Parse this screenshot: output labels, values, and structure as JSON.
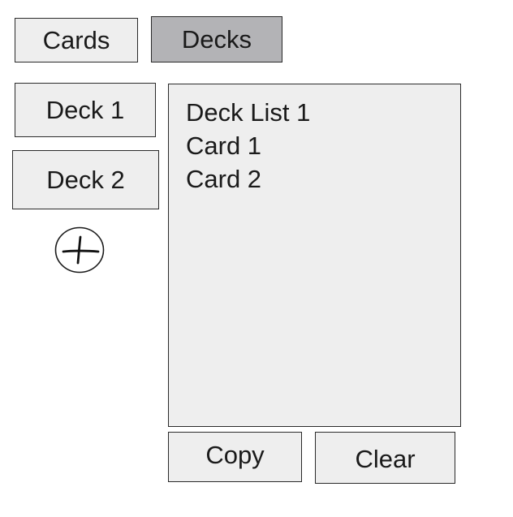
{
  "tabs": {
    "cards_label": "Cards",
    "decks_label": "Decks",
    "active": "Decks"
  },
  "sidebar": {
    "decks": [
      {
        "label": "Deck 1"
      },
      {
        "label": "Deck 2"
      }
    ],
    "add_icon": "plus-circle-icon"
  },
  "deck_list": {
    "title": "Deck List 1",
    "cards": [
      "Card 1",
      "Card 2"
    ]
  },
  "actions": {
    "copy_label": "Copy",
    "clear_label": "Clear"
  },
  "colors": {
    "active_tab": "#b3b3b6",
    "panel_background": "#eeeeee",
    "border": "#2a2a2a"
  }
}
